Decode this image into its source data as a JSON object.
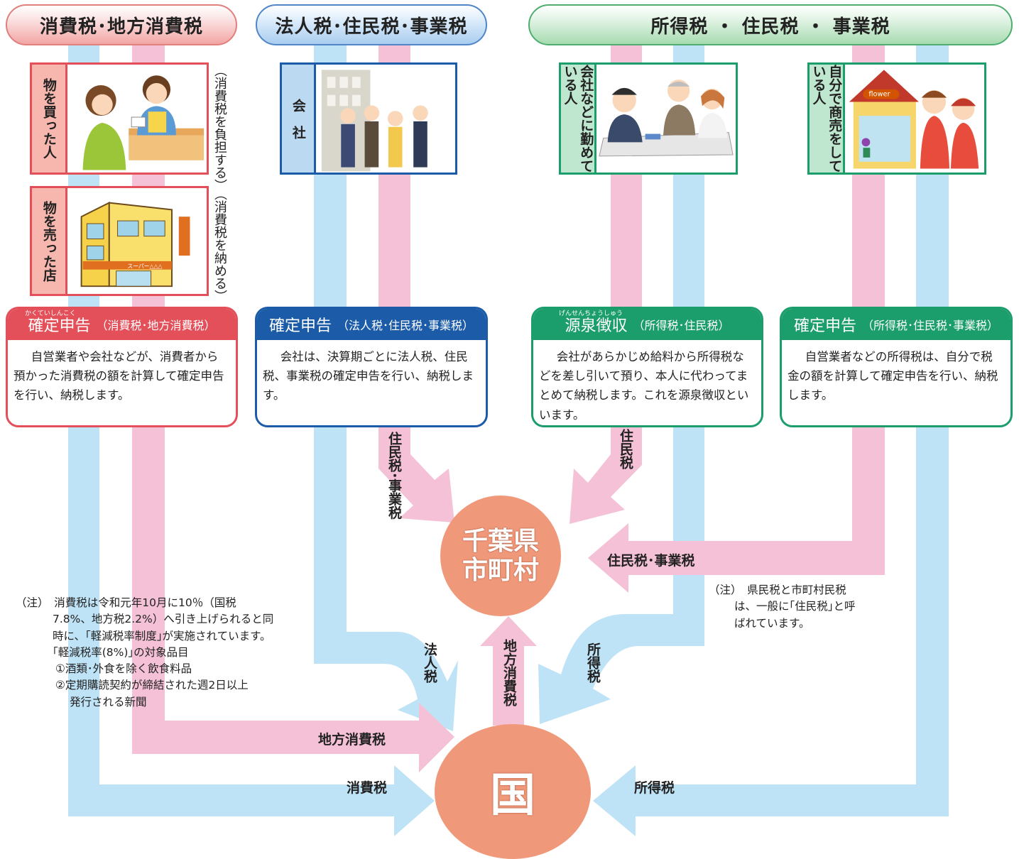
{
  "headers": {
    "consumption": "消費税･地方消費税",
    "corporate": "法人税･住民税･事業税",
    "income": "所得税 ・ 住民税 ・ 事業税"
  },
  "cards": {
    "buyer": "物を買った人",
    "buyer_note": "（消費税を負担する）",
    "seller": "物を売った店",
    "seller_note": "（消費税を納める）",
    "company": "会　社",
    "employee": "会社などに勤めている人",
    "merchant": "自分で商売をしている人"
  },
  "illustration_text": {
    "supermarket_sign": "スーパー△△△",
    "shop_sign": "flower"
  },
  "boxes": {
    "b1": {
      "ruby": "かくていしんこく",
      "title": "確定申告",
      "sub": "（消費税･地方消費税）",
      "body": "自営業者や会社などが、消費者から預かった消費税の額を計算して確定申告を行い、納税します。"
    },
    "b2": {
      "title": "確定申告",
      "sub": "（法人税･住民税･事業税）",
      "body": "会社は、決算期ごとに法人税、住民税、事業税の確定申告を行い、納税します。"
    },
    "b3": {
      "ruby": "げんせんちょうしゅう",
      "title": "源泉徴収",
      "sub": "（所得税･住民税）",
      "body": "会社があらかじめ給料から所得税などを差し引いて預り、本人に代わってまとめて納税します。これを源泉徴収といいます。"
    },
    "b4": {
      "title": "確定申告",
      "sub": "（所得税･住民税･事業税）",
      "body": "自営業者などの所得税は、自分で税金の額を計算して確定申告を行い、納税します。"
    }
  },
  "circles": {
    "local": "千葉県市町村",
    "national": "国"
  },
  "flows": {
    "corp_local": "住民税･事業税",
    "emp_local": "住民税",
    "merchant_local": "住民税･事業税",
    "corporate_tax": "法人税",
    "local_consumption_up": "地方消費税",
    "income_tax_v": "所得税",
    "local_consumption": "地方消費税",
    "consumption": "消費税",
    "income_tax": "所得税"
  },
  "notes": {
    "left": [
      "（注）　消費税は令和元年10月に10％（国税",
      "7.8%、地方税2.2%）へ引き上げられると同",
      "時に、｢軽減税率制度｣が実施されています。",
      "｢軽減税率(8%)｣の対象品目",
      "①酒類･外食を除く飲食料品",
      "②定期購読契約が締結された週2日以上",
      "発行される新聞"
    ],
    "right": [
      "（注）　県民税と市町村民税",
      "は、一般に｢住民税｣と呼",
      "ばれています。"
    ]
  },
  "colors": {
    "blue_flow": "#bfe3f6",
    "pink_flow": "#f5c1d6",
    "red": "#e3505a",
    "blue": "#1b5ba8",
    "green": "#1b9e6c",
    "circle": "#f0997a"
  }
}
